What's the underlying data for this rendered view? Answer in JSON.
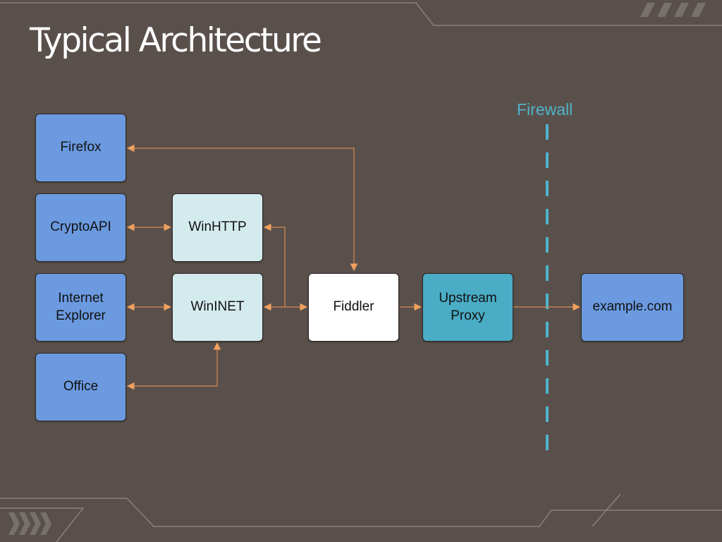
{
  "slide": {
    "title": "Typical Architecture"
  },
  "firewall": {
    "label": "Firewall"
  },
  "nodes": {
    "firefox": "Firefox",
    "cryptoapi": "CryptoAPI",
    "internet_explorer": "Internet\nExplorer",
    "office": "Office",
    "winhttp": "WinHTTP",
    "wininet": "WinINET",
    "fiddler": "Fiddler",
    "upstream_proxy": "Upstream\nProxy",
    "example_com": "example.com"
  },
  "colors": {
    "background": "#5a504b",
    "client_box": "#6b9ae0",
    "library_box": "#d4ebee",
    "fiddler_box": "#ffffff",
    "proxy_box": "#4aacc5",
    "connector": "#e8955a",
    "firewall": "#4fb3cc"
  }
}
